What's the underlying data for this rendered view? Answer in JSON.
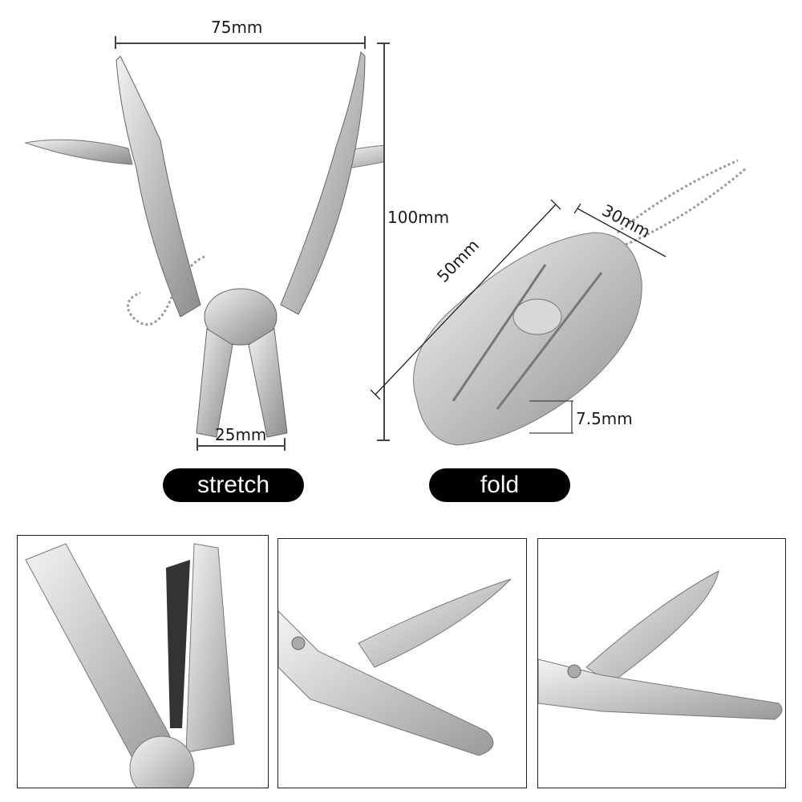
{
  "dimensions": {
    "stretch_width": "75mm",
    "stretch_height": "100mm",
    "jaw_width": "25mm",
    "fold_length": "50mm",
    "fold_width": "30mm",
    "fold_thickness": "7.5mm"
  },
  "labels": {
    "stretch": "stretch",
    "fold": "fold"
  },
  "panels": [
    {
      "subject": "plier-jaws-closeup"
    },
    {
      "subject": "knife-and-screwdriver-closeup"
    },
    {
      "subject": "knife-and-file-closeup"
    }
  ],
  "colors": {
    "metal": "#c9c9c9",
    "metal_dark": "#8a8a8a",
    "pill_bg": "#000000",
    "pill_text": "#ffffff"
  }
}
